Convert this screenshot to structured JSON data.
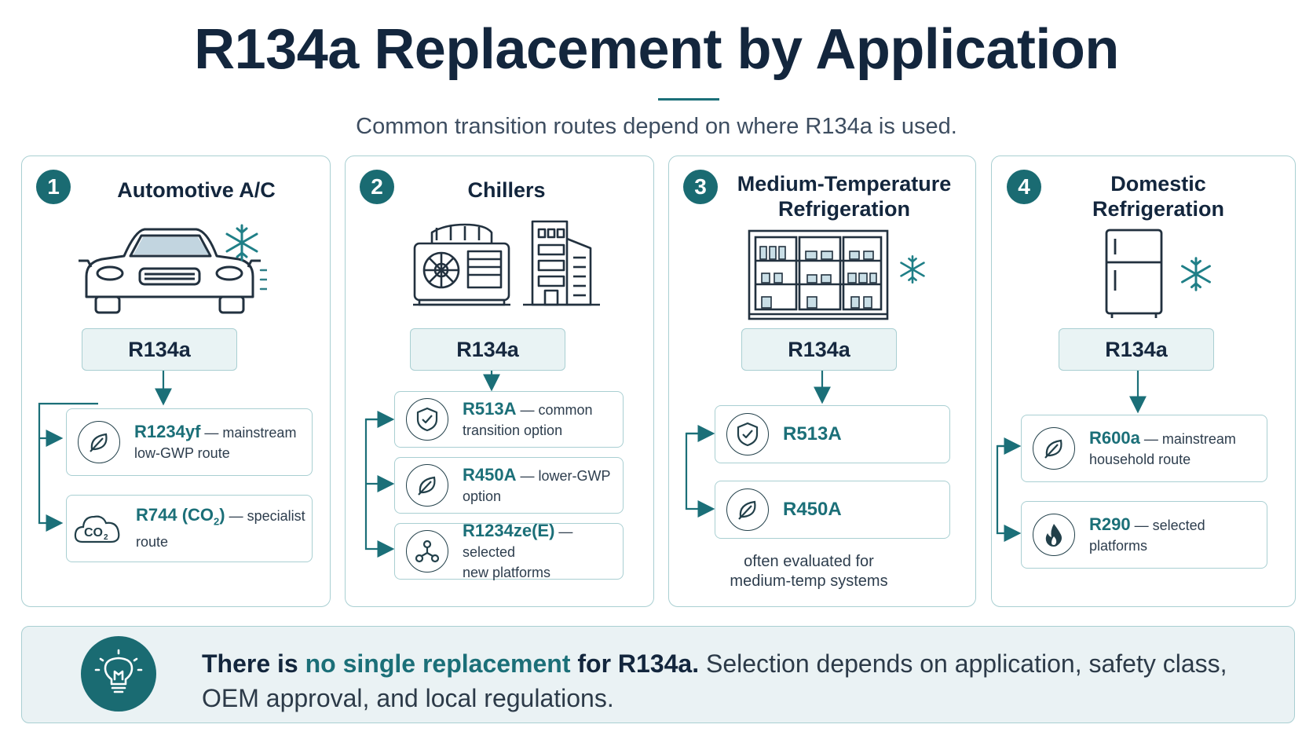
{
  "header": {
    "title": "R134a Replacement by Application",
    "subtitle": "Common transition routes depend on where R134a is used."
  },
  "colors": {
    "accent": "#1b6f78",
    "badge": "#1a6b72",
    "card_border": "#a9cfd2",
    "source_fill": "#e9f3f4",
    "banner_fill": "#eaf2f4",
    "title": "#13263d"
  },
  "cards": [
    {
      "number": "1",
      "title": "Automotive A/C",
      "illustration": "car-icon",
      "source": "R134a",
      "options": [
        {
          "name": "R1234yf",
          "desc": "— mainstream",
          "desc2": "low-GWP route",
          "icon": "leaf-icon"
        },
        {
          "name": "R744 (CO",
          "sub": "2",
          "name_tail": ")",
          "desc": "— specialist",
          "desc2": "route",
          "icon": "co2-cloud-icon"
        }
      ]
    },
    {
      "number": "2",
      "title": "Chillers",
      "illustration": "chiller-building-icon",
      "source": "R134a",
      "options": [
        {
          "name": "R513A",
          "desc": "— common",
          "desc2": "transition option",
          "icon": "shield-check-icon"
        },
        {
          "name": "R450A",
          "desc": "— lower-GWP",
          "desc2": "option",
          "icon": "leaf-icon"
        },
        {
          "name": "R1234ze(E)",
          "desc": "— selected",
          "desc2": "new platforms",
          "icon": "molecule-icon"
        }
      ]
    },
    {
      "number": "3",
      "title_line1": "Medium-Temperature",
      "title_line2": "Refrigeration",
      "illustration": "display-fridge-icon",
      "source": "R134a",
      "options": [
        {
          "name": "R513A",
          "icon": "shield-check-icon"
        },
        {
          "name": "R450A",
          "icon": "leaf-icon"
        }
      ],
      "note_line1": "often evaluated for",
      "note_line2": "medium-temp systems"
    },
    {
      "number": "4",
      "title_line1": "Domestic",
      "title_line2": "Refrigeration",
      "illustration": "fridge-icon",
      "source": "R134a",
      "options": [
        {
          "name": "R600a",
          "desc": "— mainstream",
          "desc2": "household route",
          "icon": "leaf-icon"
        },
        {
          "name": "R290",
          "desc": "— selected",
          "desc2": "platforms",
          "icon": "flame-icon"
        }
      ]
    }
  ],
  "banner": {
    "icon": "lightbulb-icon",
    "lead": "There is ",
    "highlight": "no single replacement",
    "lead_tail": " for R134a.",
    "rest": " Selection depends on application, safety class, OEM approval, and local regulations."
  }
}
